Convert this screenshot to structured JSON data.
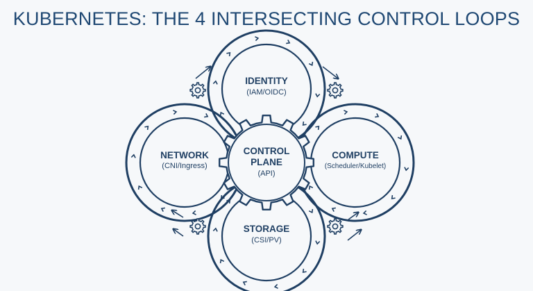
{
  "title": "KUBERNETES: THE 4 INTERSECTING CONTROL LOOPS",
  "center": {
    "line1": "CONTROL",
    "line2": "PLANE",
    "line3": "(API)"
  },
  "loops": {
    "identity": {
      "name": "IDENTITY",
      "detail": "(IAM/OIDC)"
    },
    "compute": {
      "name": "COMPUTE",
      "detail": "(Scheduler/Kubelet)"
    },
    "storage": {
      "name": "STORAGE",
      "detail": "(CSI/PV)"
    },
    "network": {
      "name": "NETWORK",
      "detail": "(CNI/Ingress)"
    }
  },
  "colors": {
    "stroke": "#1f3f63",
    "background": "#f6f8fa",
    "title": "#1f4873"
  },
  "icons": [
    "gear-icon",
    "arrow-icon",
    "cycle-arrow-icon"
  ]
}
